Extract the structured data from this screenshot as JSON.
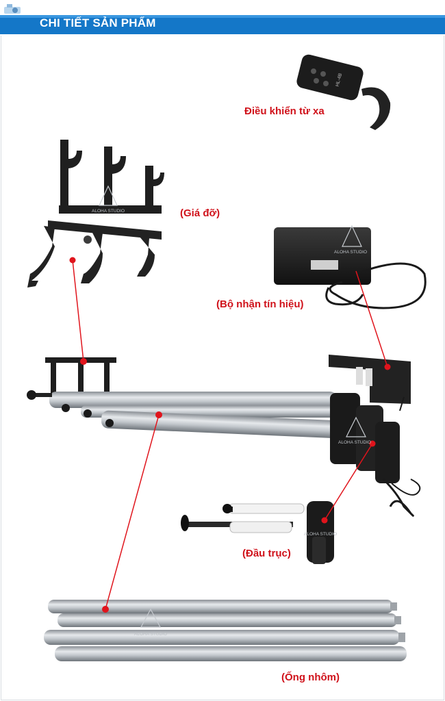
{
  "header": {
    "title": "CHI TIẾT SẢN PHẨM"
  },
  "labels": {
    "remote": "Điều khiển từ xa",
    "holder": "(Giá đỡ)",
    "receiver": "(Bộ nhận tín hiệu)",
    "head": "(Đầu trục)",
    "tube": "(Ống nhôm)"
  },
  "watermark": "ALOHA STUDIO",
  "remote_text": "HL-4B",
  "colors": {
    "header_blue": "#1477c8",
    "label_red": "#d0121b",
    "pointer_red": "#e0141c"
  }
}
